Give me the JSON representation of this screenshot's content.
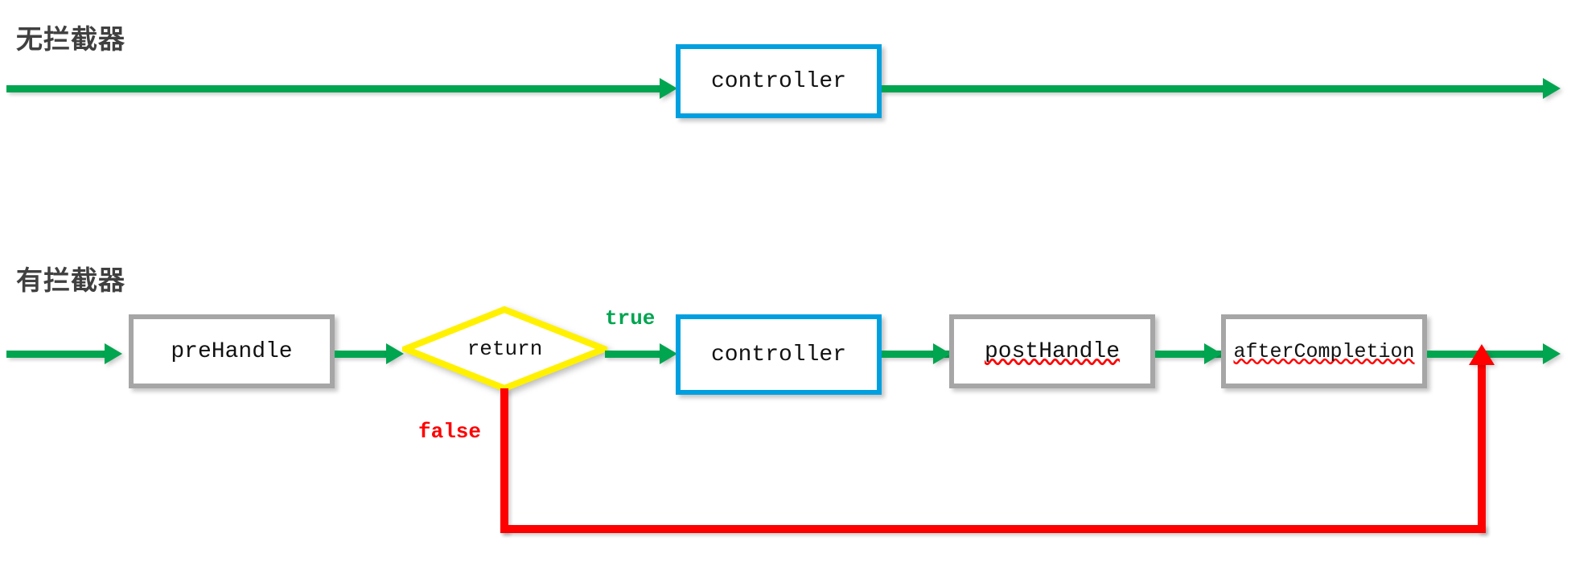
{
  "diagram": {
    "title_top": "无拦截器",
    "title_bottom": "有拦截器",
    "colors": {
      "flow_green": "#00A550",
      "controller_blue": "#00A0E0",
      "node_gray": "#A6A6A6",
      "decision_yellow": "#FFF100",
      "false_red": "#FF0000",
      "title_gray": "#404040"
    },
    "top_flow": {
      "controller_label": "controller"
    },
    "bottom_flow": {
      "pre_handle_label": "preHandle",
      "decision_label": "return",
      "controller_label": "controller",
      "post_handle_label": "postHandle",
      "after_completion_label": "afterCompletion",
      "true_label": "true",
      "false_label": "false"
    }
  }
}
